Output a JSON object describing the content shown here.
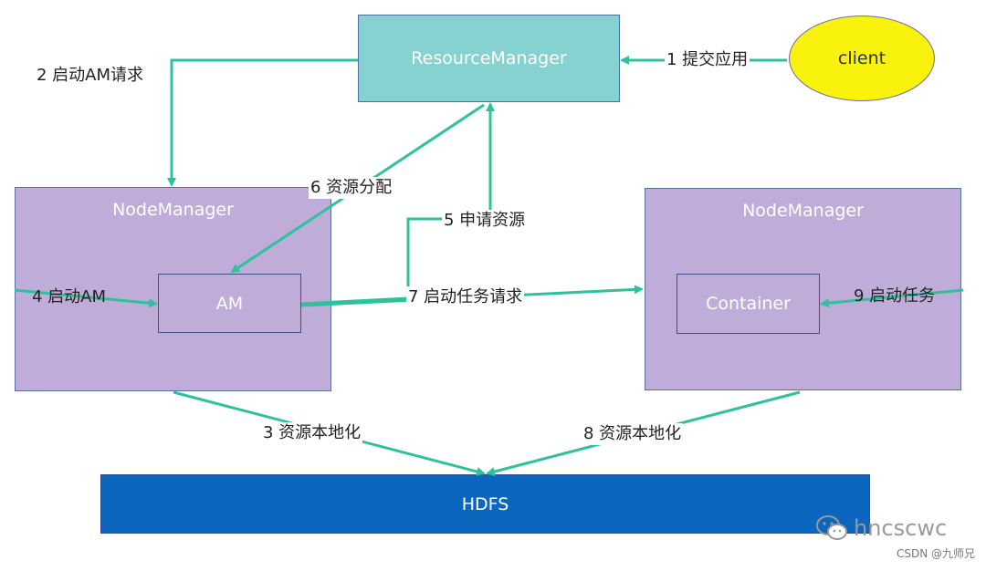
{
  "nodes": {
    "resource_manager": "ResourceManager",
    "client": "client",
    "node_manager_left": "NodeManager",
    "node_manager_right": "NodeManager",
    "am": "AM",
    "container": "Container",
    "hdfs": "HDFS"
  },
  "steps": {
    "s1": "1 提交应用",
    "s2": "2 启动AM请求",
    "s3": "3 资源本地化",
    "s4": "4 启动AM",
    "s5": "5 申请资源",
    "s6": "6 资源分配",
    "s7": "7 启动任务请求",
    "s8": "8 资源本地化",
    "s9": "9 启动任务"
  },
  "watermark": {
    "brand": "hncscwc",
    "credit": "CSDN @九师兄"
  },
  "colors": {
    "arrow": "#2ec29a",
    "resource_manager_fill": "#86d2d0",
    "client_fill": "#f9f20d",
    "node_manager_fill": "#c0acd8",
    "hdfs_fill": "#0a67bd"
  }
}
